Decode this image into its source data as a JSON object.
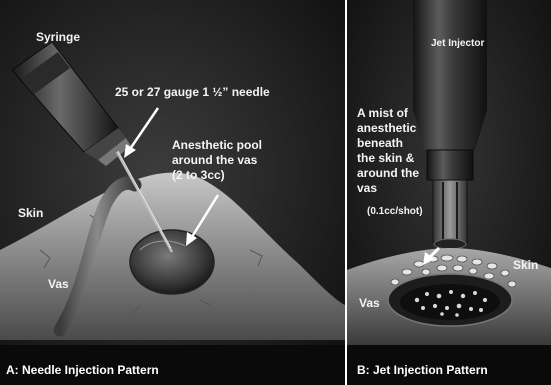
{
  "panel_a": {
    "labels": {
      "syringe": "Syringe",
      "needle": "25 or 27 gauge 1 ½” needle",
      "pool_line1": "Anesthetic pool",
      "pool_line2": "around the vas",
      "pool_line3": "(2 to 3cc)",
      "skin": "Skin",
      "vas": "Vas"
    },
    "caption": "A: Needle Injection Pattern"
  },
  "panel_b": {
    "labels": {
      "jet_injector": "Jet Injector",
      "mist_line1": "A mist of",
      "mist_line2": "anesthetic",
      "mist_line3": "beneath",
      "mist_line4": "the skin &",
      "mist_line5": "around the",
      "mist_line6": "vas",
      "dose": "(0.1cc/shot)",
      "skin": "Skin",
      "vas": "Vas"
    },
    "caption": "B: Jet Injection Pattern"
  }
}
